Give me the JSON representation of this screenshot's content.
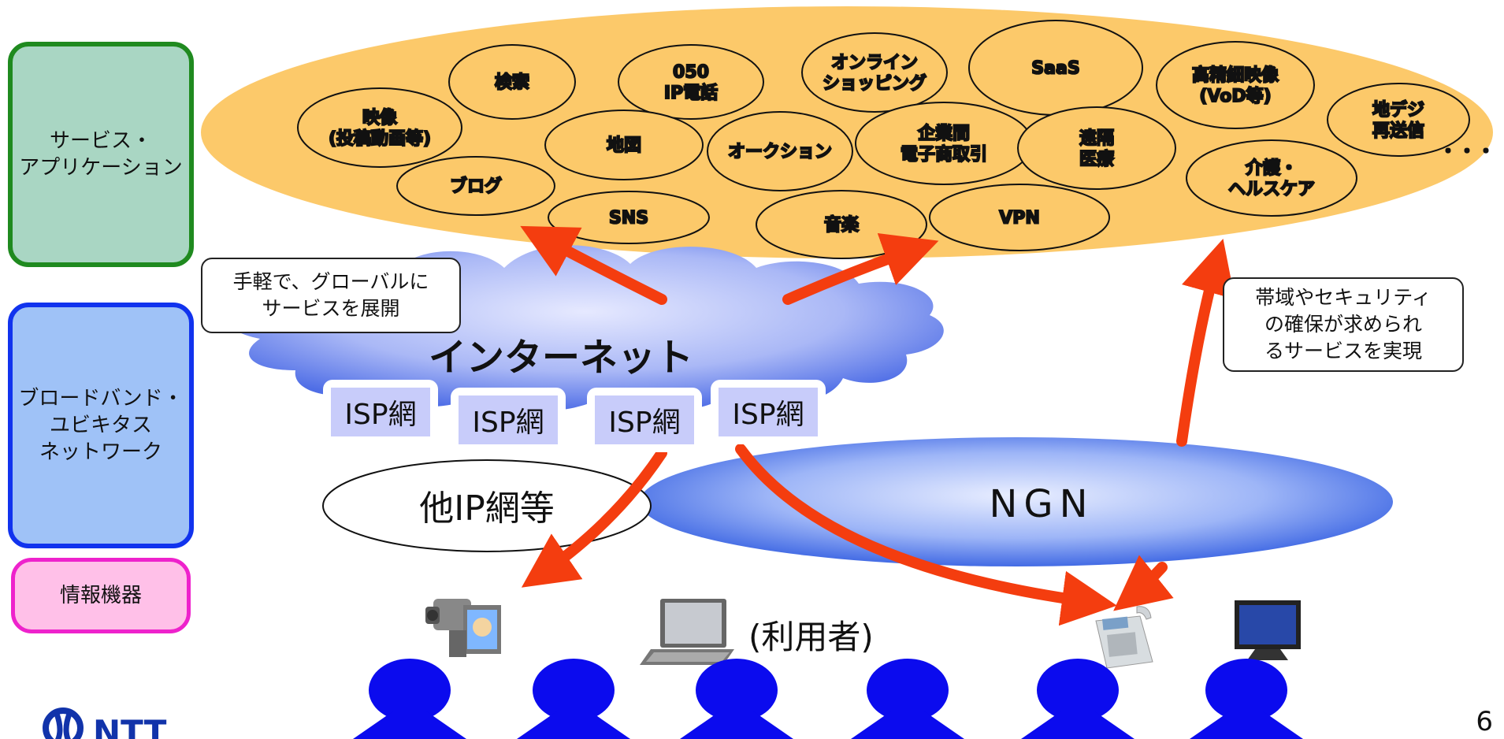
{
  "layers": {
    "service": "サービス・\nアプリケーション",
    "network": "ブロードバンド・\nユビキタス\nネットワーク",
    "device": "情報機器"
  },
  "services": [
    {
      "id": "search",
      "label": "検索"
    },
    {
      "id": "ip-phone",
      "label": "050\nIP電話"
    },
    {
      "id": "online-shopping",
      "label": "オンライン\nショッピング"
    },
    {
      "id": "saas",
      "label": "SaaS"
    },
    {
      "id": "hd-video",
      "label": "高精細映像\n(VoD等)"
    },
    {
      "id": "terrestrial",
      "label": "地デジ\n再送信"
    },
    {
      "id": "video",
      "label": "映像\n(投稿動画等)"
    },
    {
      "id": "map",
      "label": "地図"
    },
    {
      "id": "auction",
      "label": "オークション"
    },
    {
      "id": "b2b",
      "label": "企業間\n電子商取引"
    },
    {
      "id": "telemedicine",
      "label": "遠隔\n医療"
    },
    {
      "id": "care",
      "label": "介護・\nヘルスケア"
    },
    {
      "id": "blog",
      "label": "ブログ"
    },
    {
      "id": "sns",
      "label": "SNS"
    },
    {
      "id": "music",
      "label": "音楽"
    },
    {
      "id": "vpn",
      "label": "VPN"
    }
  ],
  "services_more": "・・・",
  "internet": {
    "label": "インターネット",
    "isp": [
      "ISP網",
      "ISP網",
      "ISP網",
      "ISP網"
    ]
  },
  "other_ip": "他IP網等",
  "ngn": "NGN",
  "callouts": {
    "left": "手軽で、グローバルに\nサービスを展開",
    "right": "帯域やセキュリティ\nの確保が求められ\nるサービスを実現"
  },
  "users_label": "(利用者)",
  "devices": [
    "video-camera-icon",
    "laptop-icon",
    "phone-icon",
    "tv-icon"
  ],
  "logo_text": "NTT",
  "page_number": "6",
  "colors": {
    "services_oval": "#fcc96a",
    "arrow": "#f43d0f",
    "users": "#0b0bee",
    "cloud": "#b6c1fa",
    "ngn": "#5c86f0"
  }
}
